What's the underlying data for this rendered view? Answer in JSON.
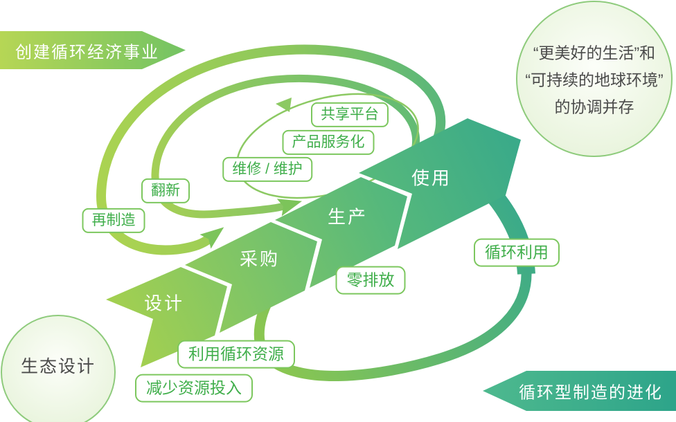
{
  "banners": {
    "top_left": "创建循环经济事业",
    "bottom_right": "循环型制造的进化"
  },
  "circles": {
    "top_right_lines": [
      "“更美好的生活”和",
      "“可持续的地球环境”",
      "的协调并存"
    ],
    "bottom_left": "生态设计"
  },
  "process_steps": [
    {
      "label": "设计"
    },
    {
      "label": "采购"
    },
    {
      "label": "生产"
    },
    {
      "label": "使用"
    }
  ],
  "loop_labels": {
    "sharing_platform": "共享平台",
    "product_servitization": "产品服务化",
    "repair_maintenance": "维修 / 维护",
    "refurbish": "翻新",
    "remanufacture": "再制造",
    "zero_emission": "零排放",
    "recycling": "循环利用",
    "use_recycled_resources": "利用循环资源",
    "reduce_resource_input": "减少资源投入"
  },
  "colors": {
    "yellow_green": "#a8d14d",
    "mid_green": "#6fc05f",
    "teal_green": "#36a88b",
    "label_text": "#3fae4a",
    "label_border": "#7cc75e",
    "dark_text": "#4a4a4a",
    "circle_border": "#8ecb7c"
  }
}
